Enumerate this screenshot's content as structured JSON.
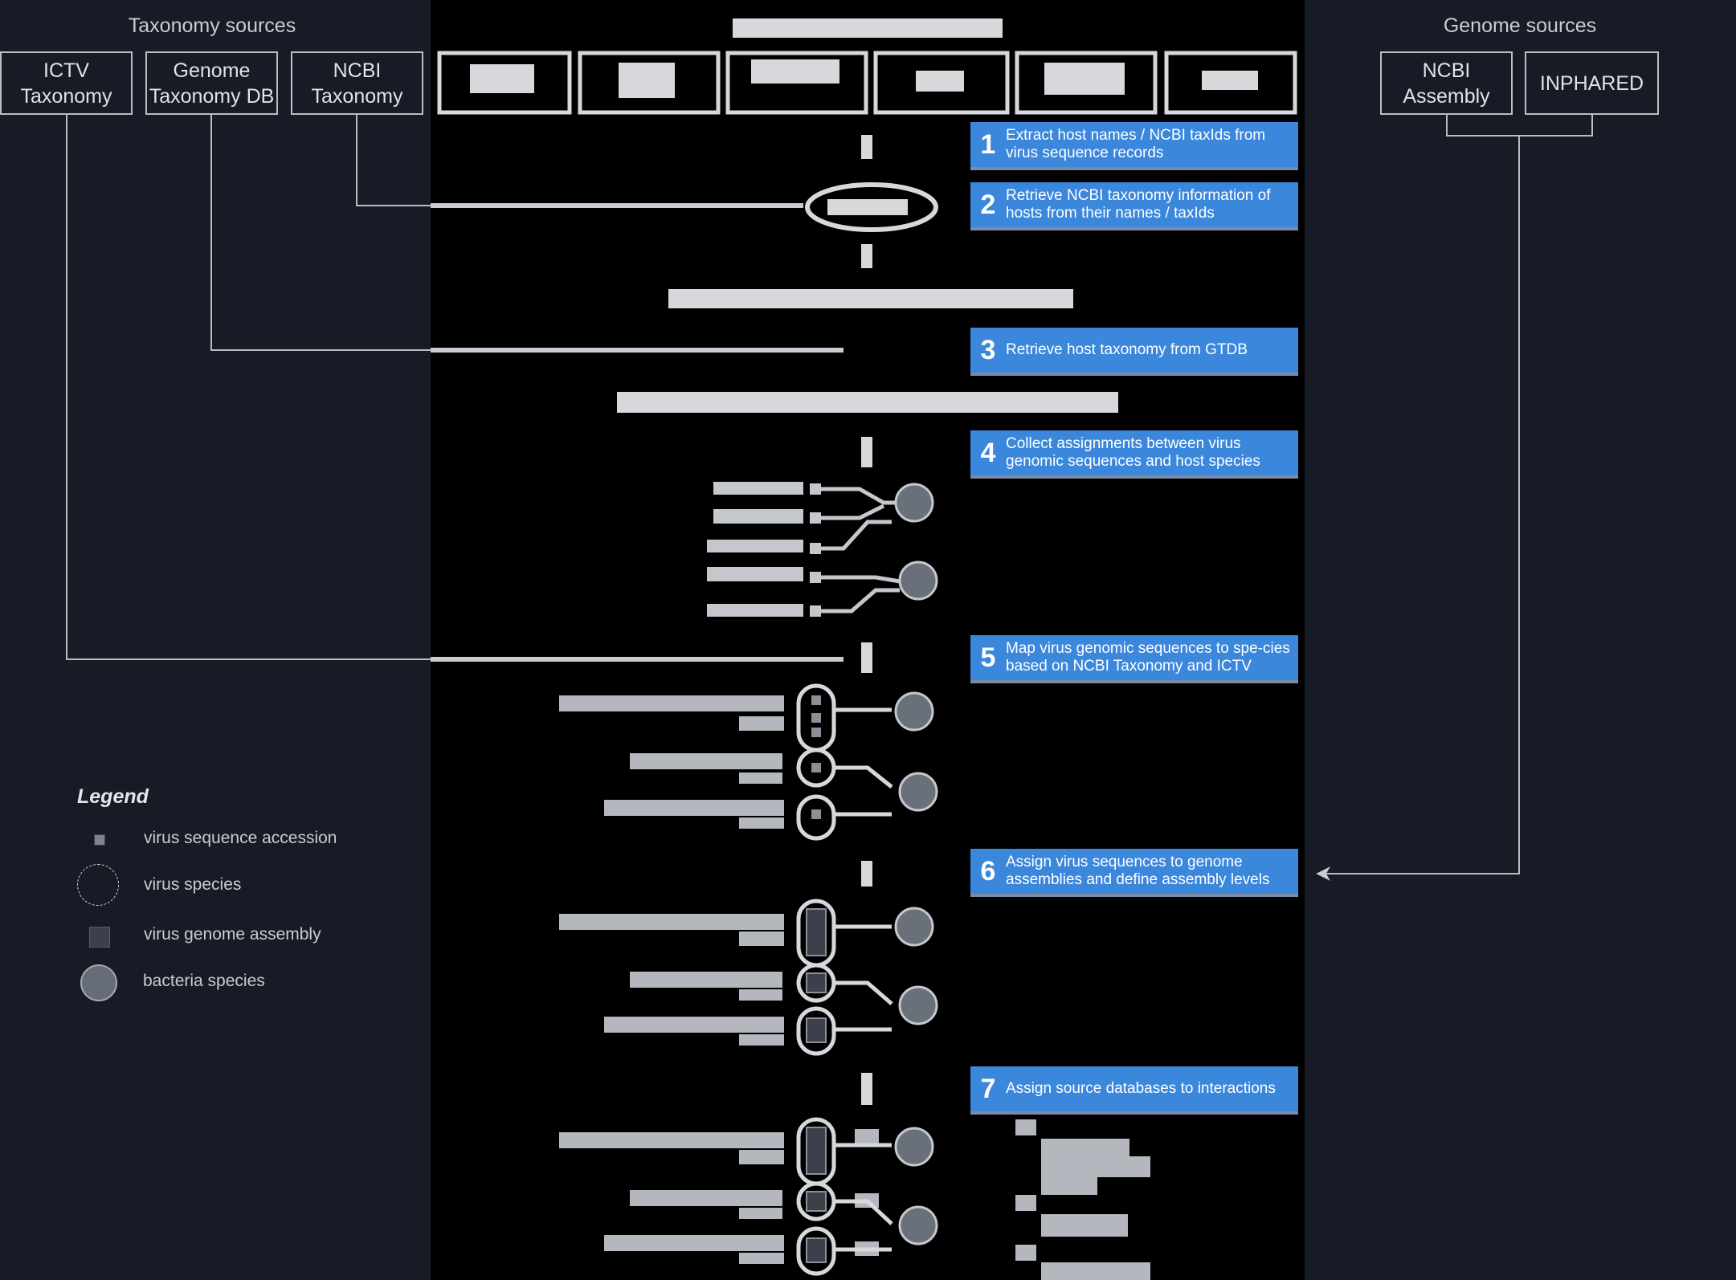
{
  "taxonomy_sources": {
    "title": "Taxonomy sources",
    "ictv": "ICTV\nTaxonomy",
    "gtdb": "Genome\nTaxonomy DB",
    "ncbi_taxonomy": "NCBI\nTaxonomy"
  },
  "genome_sources": {
    "title": "Genome sources",
    "ncbi_assembly": "NCBI\nAssembly",
    "inphared": "INPHARED"
  },
  "steps": [
    {
      "num": "1",
      "text": "Extract host names / NCBI taxIds from virus sequence records"
    },
    {
      "num": "2",
      "text": "Retrieve NCBI taxonomy information of hosts from their names / taxIds"
    },
    {
      "num": "3",
      "text": "Retrieve host taxonomy from GTDB"
    },
    {
      "num": "4",
      "text": "Collect assignments between virus genomic sequences and host species"
    },
    {
      "num": "5",
      "text": "Map virus genomic sequences to spe-cies based on NCBI Taxonomy and ICTV"
    },
    {
      "num": "6",
      "text": "Assign virus sequences to genome assemblies and define assembly levels"
    },
    {
      "num": "7",
      "text": "Assign source databases to interactions"
    }
  ],
  "legend": {
    "title": "Legend",
    "items": [
      {
        "label": "virus sequence accession",
        "icon": "square-small-icon"
      },
      {
        "label": "virus species",
        "icon": "dashed-circle-icon"
      },
      {
        "label": "virus genome assembly",
        "icon": "square-dark-icon"
      },
      {
        "label": "bacteria species",
        "icon": "filled-circle-icon"
      }
    ]
  },
  "colors": {
    "step_box": "#3a87dc",
    "center_panel": "#000000",
    "side_panel": "#161b26",
    "connector": "#c8cbd1"
  }
}
